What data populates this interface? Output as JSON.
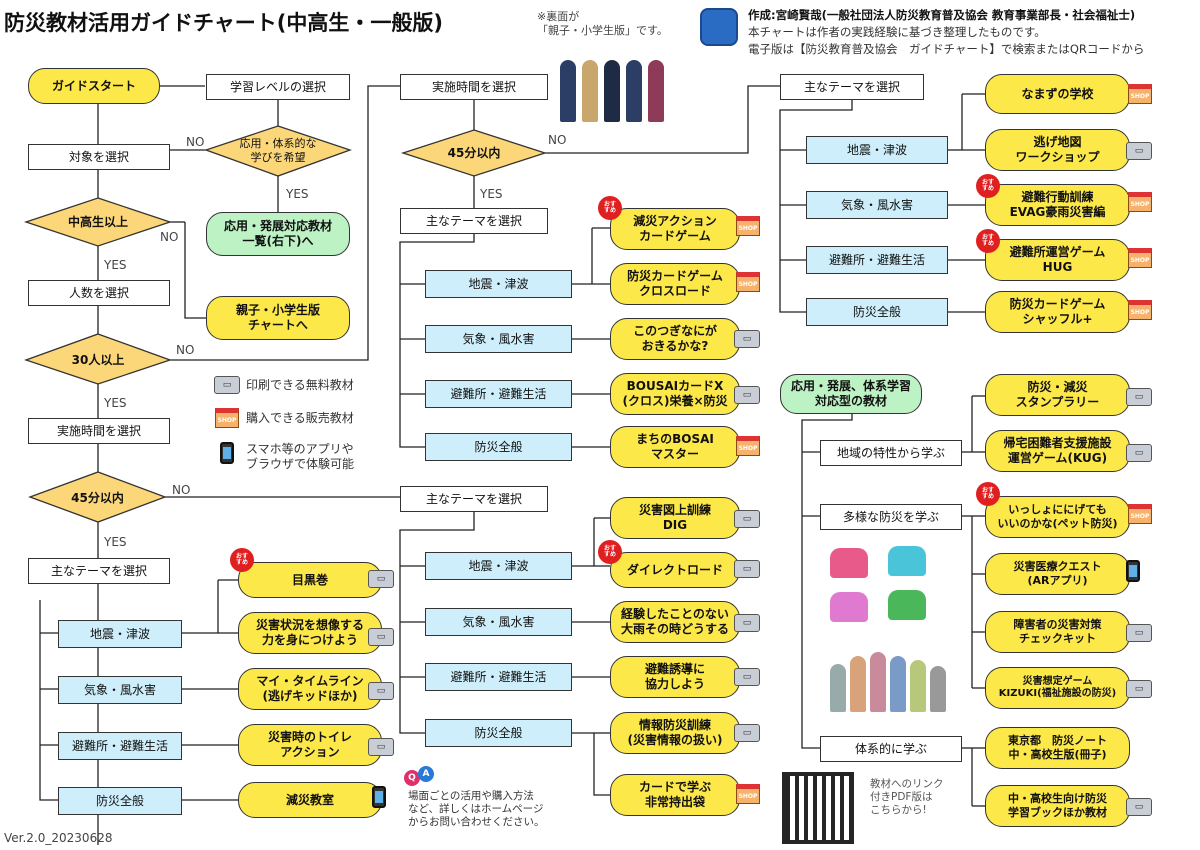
{
  "header": {
    "title": "防災教材活用ガイドチャート(中高生・一般版)",
    "note": "※裏面が\n「親子・小学生版」です。",
    "author": "作成:宮崎賢哉(一般社団法人防災教育普及協会 教育事業部長・社会福祉士)",
    "line2": "本チャートは作者の実践経験に基づき整理したものです。",
    "line3": "電子版は【防災教育普及協会　ガイドチャート】で検索またはQRコードから"
  },
  "flow": {
    "start": "ガイドスタート",
    "select_level": "学習レベルの選択",
    "q_advanced": "応用・体系的な\n学びを希望",
    "adv_list": "応用・発展対応教材\n一覧(右下)へ",
    "select_target": "対象を選択",
    "q_middle": "中高生以上",
    "parent_child": "親子・小学生版\nチャートへ",
    "select_count": "人数を選択",
    "q_30": "30人以上",
    "select_time_left": "実施時間を選択",
    "q_45_left": "45分以内",
    "select_theme_left": "主なテーマを選択",
    "select_time_top": "実施時間を選択",
    "q_45_top": "45分以内",
    "select_theme_mid": "主なテーマを選択",
    "select_theme_mid2": "主なテーマを選択",
    "select_theme_right": "主なテーマを選択",
    "no": "NO",
    "yes": "YES"
  },
  "themes": {
    "quake": "地震・津波",
    "weather": "気象・風水害",
    "shelter": "避難所・避難生活",
    "general": "防災全般"
  },
  "materials": {
    "meguro": "目黒巻",
    "imagine": "災害状況を想像する\n力を身につけよう",
    "timeline": "マイ・タイムライン\n(逃げキッドほか)",
    "toilet": "災害時のトイレ\nアクション",
    "gensai": "減災教室",
    "action_card": "減災アクション\nカードゲーム",
    "crossroad": "防災カードゲーム\nクロスロード",
    "konotsugi": "このつぎなにが\nおきるかな?",
    "bousai_cross": "BOUSAIカードX\n(クロス)栄養×防災",
    "machi": "まちのBOSAI\nマスター",
    "dig": "災害図上訓練\nDIG",
    "direct_road": "ダイレクトロード",
    "keiken": "経験したことのない\n大雨その時どうする",
    "yudo": "避難誘導に\n協力しよう",
    "joho": "情報防災訓練\n(災害情報の扱い)",
    "card_bag": "カードで学ぶ\n非常持出袋",
    "namazu": "なまずの学校",
    "nige_map": "逃げ地図\nワークショップ",
    "evag": "避難行動訓練\nEVAG豪雨災害編",
    "hug": "避難所運営ゲーム\nHUG",
    "shuffle": "防災カードゲーム\nシャッフル+"
  },
  "advanced": {
    "title": "応用・発展、体系学習\n対応型の教材",
    "local": "地域の特性から学ぶ",
    "diverse": "多様な防災を学ぶ",
    "systematic": "体系的に学ぶ",
    "stamp": "防災・減災\nスタンプラリー",
    "kug": "帰宅困難者支援施設\n運営ゲーム(KUG)",
    "pet": "いっしょににげても\nいいのかな(ペット防災)",
    "ar": "災害医療クエスト\n(ARアプリ)",
    "disability": "障害者の災害対策\nチェックキット",
    "kizuki": "災害想定ゲーム\nKIZUKI(福祉施設の防災)",
    "tokyo": "東京都　防災ノート\n中・高校生版(冊子)",
    "booklet": "中・高校生向け防災\n学習ブックほか教材"
  },
  "legend": {
    "printable": "印刷できる無料教材",
    "purchase": "購入できる販売教材",
    "app": "スマホ等のアプリや\nブラウザで体験可能"
  },
  "footer": {
    "contact": "場面ごとの活用や購入方法\nなど、詳しくはホームページ\nからお問い合わせください。",
    "pdf_note": "教材へのリンク\n付きPDF版は\nこちらから!",
    "version": "Ver.2.0_20230628"
  },
  "icons": {
    "printer_label": "▭",
    "shop_label": "SHOP",
    "recommend_label": "おす\nすめ"
  },
  "colors": {
    "yellow": "#fde84a",
    "blue": "#cdeefa",
    "green": "#bdf2c4",
    "diamond": "#fcd77a",
    "recommend": "#e02020"
  }
}
